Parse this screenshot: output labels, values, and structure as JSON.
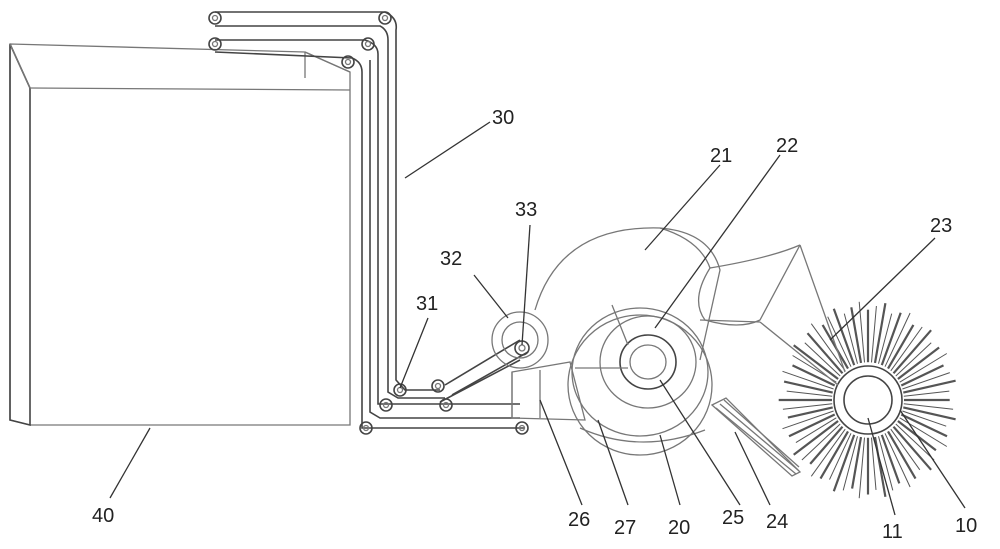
{
  "labels": {
    "l10": "10",
    "l11": "11",
    "l20": "20",
    "l21": "21",
    "l22": "22",
    "l23": "23",
    "l24": "24",
    "l25": "25",
    "l26": "26",
    "l27": "27",
    "l30": "30",
    "l31": "31",
    "l32": "32",
    "l33": "33",
    "l40": "40"
  },
  "colors": {
    "line": "#777777",
    "dark": "#444444",
    "bristle": "#555555"
  }
}
